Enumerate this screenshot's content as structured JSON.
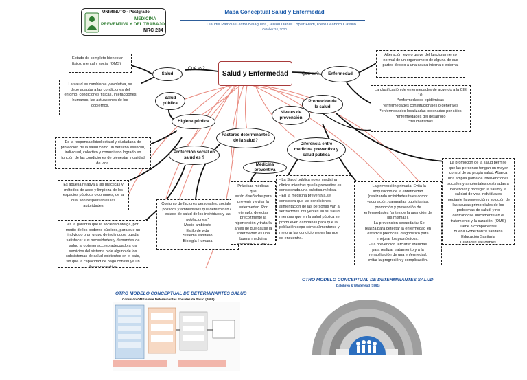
{
  "header": {
    "logo_name": "UNIMINUTO - Postgrado",
    "program_line1": "MEDICINA",
    "program_line2": "PREVENTIVA Y DEL TRABAJO",
    "nrc": "NRC 234",
    "title": "Mapa Conceptual Salud y Enfermedad",
    "authors": "Claudia Patricia Castro Balaguera,  Jeison Daniel Lopez Fradi, Piero Leandro Castillo",
    "date": "October 24, 2020"
  },
  "center": {
    "label": "Salud y Enfermedad"
  },
  "connectors": {
    "que_es_left": "Qué es?",
    "que_es_right": "Qué es?"
  },
  "clouds": {
    "salud": "Salud",
    "enfermedad": "Enfermedad",
    "salud_publica": "Salud\npública",
    "promocion": "Promoción de\nla salud",
    "niveles": "Niveles de\nprevención",
    "higiene": "Higiene pública",
    "factores": "Factores determinantes\nde la salud?",
    "diferencia": "Diferencia entre\nmedicina preventiva y\nsalud pública",
    "proteccion": "Protección social en\nsalud es ?",
    "medicina_preventiva": "Medicina preventiva"
  },
  "boxes": {
    "salud_def": "Estado de completo bienestar\nfísico, mental y social (OMS)",
    "salud_cambiante": "La salud es cambiante y evolutiva, se\ndebe adaptar a las condiciones del\nentorno, condiciones físicas, interacciones\nhumanas, las actuaciones de los\ngobiernos.",
    "enfermedad_def": "Alteración leve o grave del funcionamiento\nnormal de un organismo o de alguna de sus\npartes debido a una causa interna o externa.",
    "clasificacion": "La clasificación de enfermedades de acuerdo a la CIE\n10:\n*enfermedades epidémicas\n*enfermedades constitucionales o generales\n*enfermedades localizadas ordenadas por sitios\n*enfermedades del desarrollo\n*traumatismos",
    "responsabilidad": "Es la responsabilidad estatal y ciudadana de\nprotección de la salud como un derecho esencial,\nindividual, colectivo y comunitario logrado en\nfunción de las condiciones de bienestar y calidad\nde vida.",
    "higiene_def": "Es aquella relativa a las prácticas y\nmétodos de aseo y limpieza de los\nespacios públicos o comunes, de la\ncual son responsables las\nautoridades",
    "garantia": "es la garantía que la sociedad otorga, por\nmedio de los poderes públicos, para que un\nindividuo o un grupo de individuos, pueda\nsatisfacer sus necesidades y demandas de\nsalud al obtener acceso adecuado a los\nservicios del sistema o de alguno de los\nsubsistemas de salud existentes en el país,\nsin que la capacidad de pago constituya un\nfactor restrictivo",
    "conjunto": "Conjunto de factores personales, sociales,\npolíticos y ambientales que determinan el\nestado de salud de los individuos y las\npoblaciones.*\nMedio ambiente\nEstilo de vida\nSistema sanitario\nBiología Humana",
    "practicas": "Prácticas médicas que\nestán diseñadas para\nprevenir y evitar la\nenfermedad. Por\nejemplo, detectar\nprecozmente la\nhipertensión y tratarla\nantes de que cause la\nenfermedad es una\nbuena medicina\npreventiva. (OMS)",
    "diferencia_def": "- La Salud pública no es medicina\nclínica mientras que la preventiva es\nconsiderada una práctica médica.\n- En la medicina preventiva,se\nconsidera que las condiciones,\nalimentación de las personas van a\nser factores influyentes en su salud\nmientras que en la salud pública se\npromueven campañas para que la\npoblación sepa cómo alimentarse y\nmejorar las condiciones en las que\nse encuentra.",
    "niveles_def": "- La prevención primaria: Evita la\nadquisición de la enfermedad\n(realizando actividades tales como:\nvacunación, campañas publicitarias,\npromoción y prevención de\nenfermedades (antes de la aparición de\nlas mismas).\n- La prevención secundaria: Se\nrealiza para detectar la enfermedad en\nestadios precoces, diagnóstico para\nmejorar los pronósticos.\n- La prevención terciaria: Medidas\npara realizar tratamiento y a la\nrehabilitación de una enfermedad,\nevitar la progresión y complicación.",
    "promocion_def": "La promoción de la salud permite\nque las personas tengan un mayor\ncontrol de su propia salud. Abarca\nuna amplia gama de intervenciones\nsociales y ambientales destinadas a\nbeneficiar y proteger la salud y la\ncalidad de vida individuales\nmediante la prevención y solución de\nlas causas primordiales de los\nproblemas de salud, y no\ncentrándose únicamente en el\ntratamiento y la curación. (OMS)\nTiene 3 componentes\nBuena Gobernanza sanitaria\nEducación Sanitaria\nCiudades saludables"
  },
  "bottom": {
    "left_title": "OTRO MODELO CONCEPTUAL DE DETERMINANTES SALUD",
    "left_subtitle": "Comisión OMS sobre Determinantes Sociales de Salud (2008)",
    "right_title": "OTRO MODELO CONCEPTUAL DE DETERMINANTES SALUD",
    "right_subtitle": "Dalghren & Whitehead (1991)"
  },
  "colors": {
    "accent_blue": "#1d5cab",
    "center_border": "#a83a3a",
    "connector_red": "#e98d82",
    "logo_green": "#2f7d32"
  }
}
